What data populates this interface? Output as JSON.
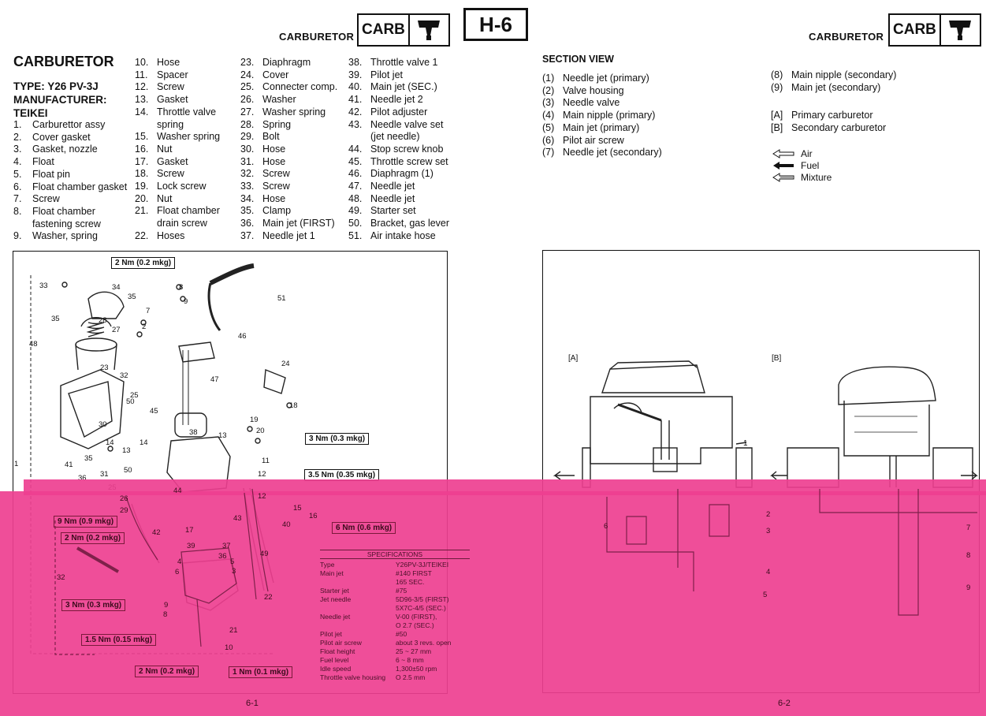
{
  "header": {
    "section_label_left": "CARBURETOR",
    "section_label_right": "CARBURETOR",
    "carb_badge": "CARB",
    "page_code": "H-6"
  },
  "left_page": {
    "title": "CARBURETOR",
    "type_line": "TYPE: Y26 PV-3J",
    "manufacturer_label": "MANUFACTURER:",
    "manufacturer": "TEIKEI",
    "parts_col1": [
      {
        "n": "1.",
        "t": "Carburettor assy"
      },
      {
        "n": "2.",
        "t": "Cover gasket"
      },
      {
        "n": "3.",
        "t": "Gasket, nozzle"
      },
      {
        "n": "4.",
        "t": "Float"
      },
      {
        "n": "5.",
        "t": "Float pin"
      },
      {
        "n": "6.",
        "t": "Float chamber gasket"
      },
      {
        "n": "7.",
        "t": "Screw"
      },
      {
        "n": "8.",
        "t": "Float chamber"
      },
      {
        "n": "",
        "t": "fastening screw"
      },
      {
        "n": "9.",
        "t": "Washer, spring"
      }
    ],
    "parts_col2": [
      {
        "n": "10.",
        "t": "Hose"
      },
      {
        "n": "11.",
        "t": "Spacer"
      },
      {
        "n": "12.",
        "t": "Screw"
      },
      {
        "n": "13.",
        "t": "Gasket"
      },
      {
        "n": "14.",
        "t": "Throttle valve"
      },
      {
        "n": "",
        "t": "spring"
      },
      {
        "n": "15.",
        "t": "Washer spring"
      },
      {
        "n": "16.",
        "t": "Nut"
      },
      {
        "n": "17.",
        "t": "Gasket"
      },
      {
        "n": "18.",
        "t": "Screw"
      },
      {
        "n": "19.",
        "t": "Lock screw"
      },
      {
        "n": "20.",
        "t": "Nut"
      },
      {
        "n": "21.",
        "t": "Float chamber"
      },
      {
        "n": "",
        "t": "drain screw"
      },
      {
        "n": "22.",
        "t": "Hoses"
      }
    ],
    "parts_col3": [
      {
        "n": "23.",
        "t": "Diaphragm"
      },
      {
        "n": "24.",
        "t": "Cover"
      },
      {
        "n": "25.",
        "t": "Connecter comp."
      },
      {
        "n": "26.",
        "t": "Washer"
      },
      {
        "n": "27.",
        "t": "Washer spring"
      },
      {
        "n": "28.",
        "t": "Spring"
      },
      {
        "n": "29.",
        "t": "Bolt"
      },
      {
        "n": "30.",
        "t": "Hose"
      },
      {
        "n": "31.",
        "t": "Hose"
      },
      {
        "n": "32.",
        "t": "Screw"
      },
      {
        "n": "33.",
        "t": "Screw"
      },
      {
        "n": "34.",
        "t": "Hose"
      },
      {
        "n": "35.",
        "t": "Clamp"
      },
      {
        "n": "36.",
        "t": "Main jet (FIRST)"
      },
      {
        "n": "37.",
        "t": "Needle jet 1"
      }
    ],
    "parts_col4": [
      {
        "n": "38.",
        "t": "Throttle valve 1"
      },
      {
        "n": "39.",
        "t": "Pilot jet"
      },
      {
        "n": "40.",
        "t": "Main jet (SEC.)"
      },
      {
        "n": "41.",
        "t": "Needle jet 2"
      },
      {
        "n": "42.",
        "t": "Pilot  adjuster"
      },
      {
        "n": "43.",
        "t": "Needle valve set"
      },
      {
        "n": "",
        "t": "(jet needle)"
      },
      {
        "n": "44.",
        "t": "Stop screw knob"
      },
      {
        "n": "45.",
        "t": "Throttle screw set"
      },
      {
        "n": "46.",
        "t": "Diaphragm (1)"
      },
      {
        "n": "47.",
        "t": "Needle jet"
      },
      {
        "n": "48.",
        "t": "Needle jet"
      },
      {
        "n": "49.",
        "t": "Starter set"
      },
      {
        "n": "50.",
        "t": "Bracket, gas lever"
      },
      {
        "n": "51.",
        "t": "Air intake hose"
      }
    ],
    "torques": [
      "2 Nm (0.2 mkg)",
      "3 Nm (0.3 mkg)",
      "3.5 Nm (0.35 mkg)",
      "9 Nm (0.9 mkg)",
      "2 Nm (0.2 mkg)",
      "6 Nm (0.6 mkg)",
      "3 Nm (0.3 mkg)",
      "1.5 Nm (0.15 mkg)",
      "2 Nm (0.2 mkg)",
      "1 Nm (0.1 mkg)"
    ],
    "specs_title": "SPECIFICATIONS",
    "specs": [
      {
        "k": "Type",
        "v": "Y26PV-3J/TEIKEI"
      },
      {
        "k": "Main jet",
        "v": "#140 FIRST"
      },
      {
        "k": "",
        "v": "165 SEC."
      },
      {
        "k": "Starter jet",
        "v": "#75"
      },
      {
        "k": "Jet needle",
        "v": "5D96-3/5 (FIRST)"
      },
      {
        "k": "",
        "v": "5X7C-4/5 (SEC.)"
      },
      {
        "k": "Needle jet",
        "v": "V-00 (FIRST),"
      },
      {
        "k": "",
        "v": "O 2.7 (SEC.)"
      },
      {
        "k": "Pilot jet",
        "v": "#50"
      },
      {
        "k": "Pilot air screw",
        "v": "about 3 revs. open"
      },
      {
        "k": "Float height",
        "v": "25 ~ 27 mm"
      },
      {
        "k": "Fuel level",
        "v": "6 ~ 8 mm"
      },
      {
        "k": "Idle speed",
        "v": "1,300±50 rpm"
      },
      {
        "k": "Throttle valve housing",
        "v": "O 2.5 mm"
      }
    ],
    "page_number": "6-1"
  },
  "right_page": {
    "section_title": "SECTION VIEW",
    "list_a": [
      {
        "n": "(1)",
        "t": "Needle jet (primary)"
      },
      {
        "n": "(2)",
        "t": "Valve housing"
      },
      {
        "n": "(3)",
        "t": "Needle valve"
      },
      {
        "n": "(4)",
        "t": "Main nipple (primary)"
      },
      {
        "n": "(5)",
        "t": "Main jet (primary)"
      },
      {
        "n": "(6)",
        "t": "Pilot air screw"
      },
      {
        "n": "(7)",
        "t": "Needle jet (secondary)"
      }
    ],
    "list_b": [
      {
        "n": "(8)",
        "t": "Main nipple (secondary)"
      },
      {
        "n": "(9)",
        "t": "Main jet (secondary)"
      }
    ],
    "list_c": [
      {
        "n": "[A]",
        "t": "Primary carburetor"
      },
      {
        "n": "[B]",
        "t": "Secondary carburetor"
      }
    ],
    "legend": [
      "Air",
      "Fuel",
      "Mixture"
    ],
    "view_a": "[A]",
    "view_b": "[B]",
    "page_number": "6-2"
  },
  "colors": {
    "overlay": "#ee3f90",
    "ink": "#111111"
  }
}
